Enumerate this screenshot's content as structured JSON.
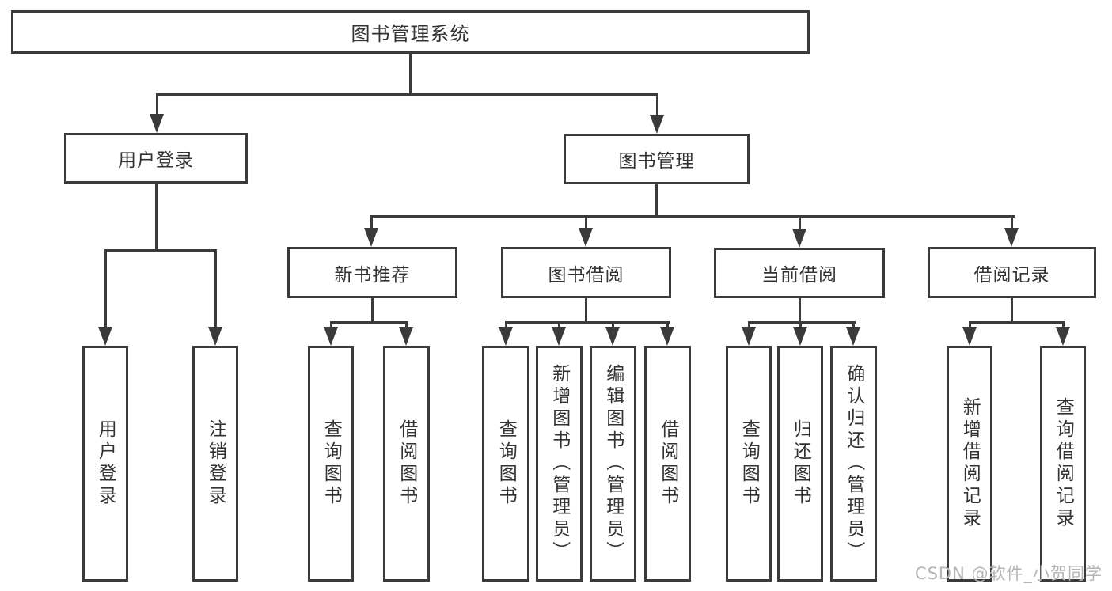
{
  "tree": {
    "root": {
      "label": "图书管理系统",
      "children": [
        {
          "label": "用户登录",
          "children": [
            {
              "label": "用户登录"
            },
            {
              "label": "注销登录"
            }
          ]
        },
        {
          "label": "图书管理",
          "children": [
            {
              "label": "新书推荐",
              "children": [
                {
                  "label": "查询图书"
                },
                {
                  "label": "借阅图书"
                }
              ]
            },
            {
              "label": "图书借阅",
              "children": [
                {
                  "label": "查询图书"
                },
                {
                  "label": "新增图书（管理员）"
                },
                {
                  "label": "编辑图书（管理员）"
                },
                {
                  "label": "借阅图书"
                }
              ]
            },
            {
              "label": "当前借阅",
              "children": [
                {
                  "label": "查询图书"
                },
                {
                  "label": "归还图书"
                },
                {
                  "label": "确认归还（管理员）"
                }
              ]
            },
            {
              "label": "借阅记录",
              "children": [
                {
                  "label": "新增借阅记录"
                },
                {
                  "label": "查询借阅记录"
                }
              ]
            }
          ]
        }
      ]
    }
  },
  "watermark": {
    "text": "CSDN @软件_小贺同学"
  },
  "colors": {
    "line": "#3a3a3a",
    "text": "#333333",
    "watermark": "#b5b5b5",
    "background": "#ffffff"
  }
}
